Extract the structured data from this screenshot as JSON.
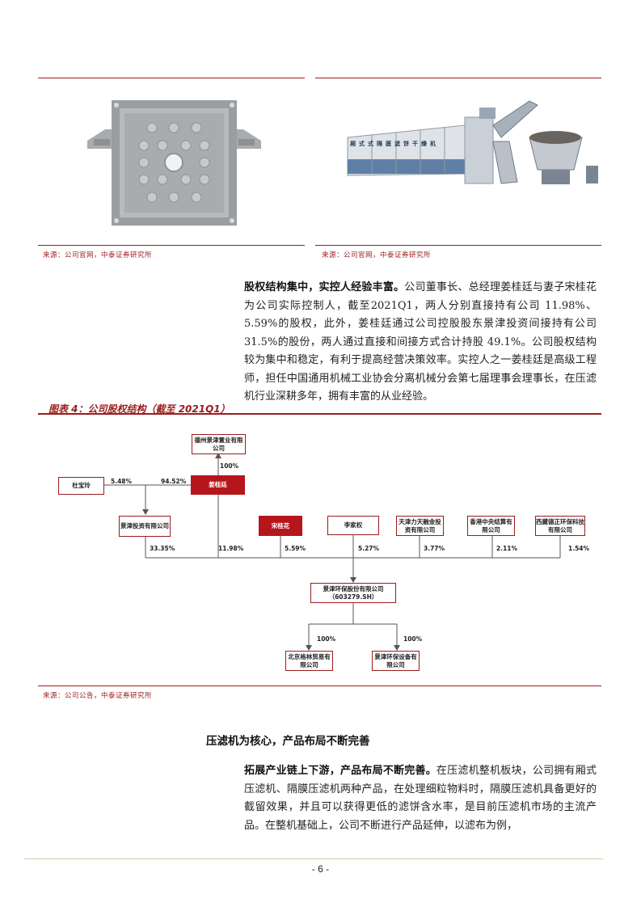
{
  "figure_sources": {
    "left": "来源：公司官网，中泰证券研究所",
    "right": "来源：公司官网，中泰证券研究所"
  },
  "machine_banner": [
    "厢",
    "式",
    "式",
    "隔",
    "膜",
    "滤",
    "饼",
    "干",
    "燥",
    "机"
  ],
  "paragraph1": {
    "bold": "股权结构集中，实控人经验丰富。",
    "text": "公司董事长、总经理姜桂廷与妻子宋桂花为公司实际控制人，截至2021Q1，两人分别直接持有公司 11.98%、5.59%的股权，此外，姜桂廷通过公司控股股东景津投资间接持有公司31.5%的股份，两人通过直接和间接方式合计持股 49.1%。公司股权结构较为集中和稳定，有利于提高经营决策效率。实控人之一姜桂廷是高级工程师，担任中国通用机械工业协会分离机械分会第七届理事会理事长，在压滤机行业深耕多年，拥有丰富的从业经验。"
  },
  "figure4": {
    "title": "图表 4：公司股权结构（截至 2021Q1）",
    "source": "来源：公司公告，中泰证券研究所",
    "nodes": {
      "dezhou": "德州景津置业有限公司",
      "du": "杜宝玲",
      "jiang": "姜桂廷",
      "jingjin_invest": "景津投资有限公司",
      "song": "宋桂花",
      "li": "李家权",
      "tianjin": "天津力天融金投资有限公司",
      "hongkong": "香港中央结算有限公司",
      "xizang": "西藏德正环保科技有限公司",
      "company": "景津环保股份有限公司（603279.SH）",
      "beijing": "北京格林贸易有限公司",
      "shebei": "景津环保设备有限公司"
    },
    "percents": {
      "dezhou": "100%",
      "du": "5.48%",
      "jiang_invest": "94.52%",
      "invest": "33.35%",
      "jiang": "11.98%",
      "song": "5.59%",
      "li": "5.27%",
      "tianjin": "3.77%",
      "hongkong": "2.11%",
      "xizang": "1.54%",
      "beijing": "100%",
      "shebei": "100%"
    }
  },
  "section_heading": "压滤机为核心，产品布局不断完善",
  "paragraph2": {
    "bold": "拓展产业链上下游，产品布局不断完善。",
    "text": "在压滤机整机板块，公司拥有厢式压滤机、隔膜压滤机两种产品，在处理细粒物料时，隔膜压滤机具备更好的截留效果，并且可以获得更低的滤饼含水率，是目前压滤机市场的主流产品。在整机基础上，公司不断进行产品延伸，以滤布为例，"
  },
  "page_number": "- 6 -",
  "colors": {
    "brand_red": "#9b1c1c",
    "box_fill": "#b5161c"
  }
}
